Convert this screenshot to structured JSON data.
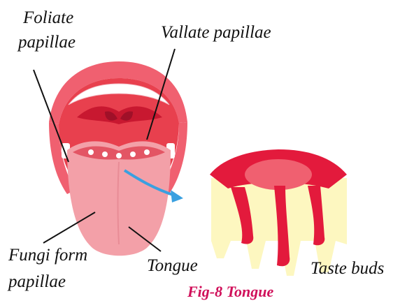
{
  "labels": {
    "foliate_line1": "Foliate",
    "foliate_line2": "papillae",
    "vallate": "Vallate papillae",
    "fungi_line1": "Fungi form",
    "fungi_line2": "papillae",
    "tongue": "Tongue",
    "taste_buds": "Taste buds"
  },
  "caption": "Fig-8 Tongue",
  "colors": {
    "caption": "#d0105a",
    "lip": "#f06070",
    "tongue": "#f3a0a8",
    "teeth": "#ffffff",
    "bud_red": "#e31a3c",
    "bud_cream": "#fdf7c0",
    "arrow": "#3aa0e0"
  },
  "icons": [
    "mouth-illustration",
    "taste-bud-illustration",
    "pointer-arrow-icon"
  ]
}
